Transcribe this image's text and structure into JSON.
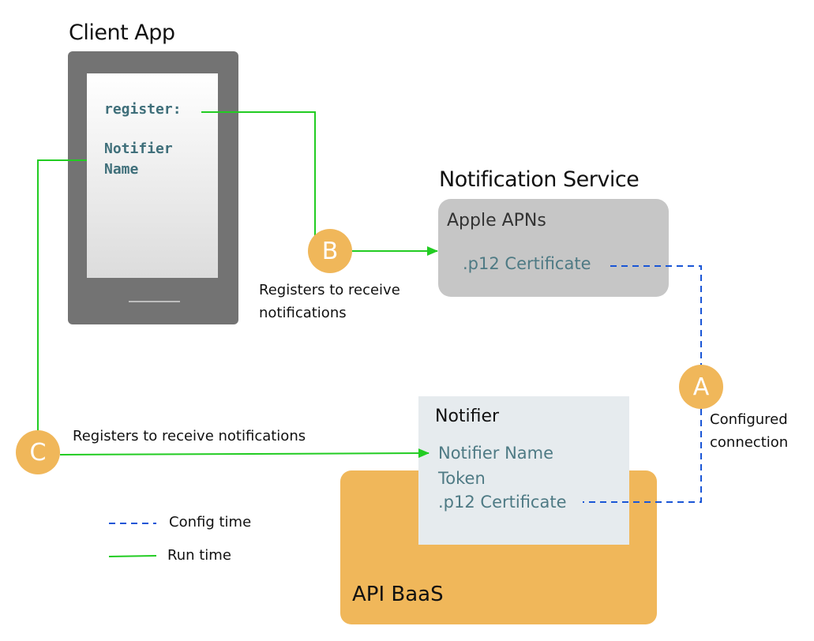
{
  "client_app": {
    "title": "Client App",
    "register_label": "register:",
    "notifier_name_line1": "Notifier",
    "notifier_name_line2": "Name"
  },
  "notification_service": {
    "title": "Notification Service",
    "provider": "Apple APNs",
    "certificate": ".p12 Certificate"
  },
  "api_baas": {
    "title": "API BaaS",
    "notifier": {
      "title": "Notifier",
      "fields": [
        "Notifier Name",
        "Token",
        ".p12 Certificate"
      ]
    }
  },
  "steps": {
    "A": {
      "badge": "A",
      "label_line1": "Configured",
      "label_line2": "connection"
    },
    "B": {
      "badge": "B",
      "label_line1": "Registers to receive",
      "label_line2": "notifications"
    },
    "C": {
      "badge": "C",
      "label": "Registers to receive notifications"
    }
  },
  "legend": {
    "config_time": "Config time",
    "run_time": "Run time"
  },
  "colors": {
    "run_time": "#22cc22",
    "config_time": "#1a56d6",
    "badge": "#f0b75a",
    "api_baas": "#f0b75a",
    "apns_box": "#c6c6c6",
    "notifier_box": "#e6ebee"
  }
}
